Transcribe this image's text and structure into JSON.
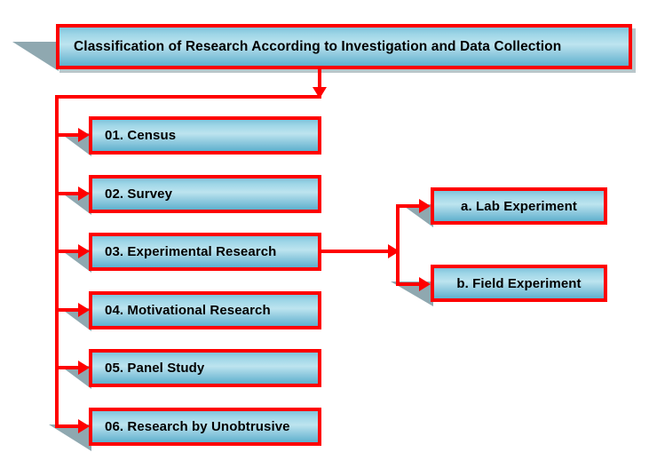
{
  "diagram": {
    "title_box": {
      "text": "Classification of Research According to Investigation and Data Collection"
    },
    "level1": [
      {
        "text": "01. Census"
      },
      {
        "text": "02. Survey"
      },
      {
        "text": "03. Experimental Research"
      },
      {
        "text": "04. Motivational Research"
      },
      {
        "text": "05. Panel Study"
      },
      {
        "text": "06. Research by Unobtrusive"
      }
    ],
    "level2": [
      {
        "text": "a. Lab Experiment"
      },
      {
        "text": "b. Field Experiment"
      }
    ],
    "colors": {
      "border": "#ff0000",
      "box_gradient_top": "#7fc4dc",
      "box_gradient_mid": "#bde4ef",
      "box_gradient_bottom": "#5fb0cd",
      "shadow": "#8fa8b0",
      "text": "#000000",
      "background": "#ffffff"
    }
  }
}
